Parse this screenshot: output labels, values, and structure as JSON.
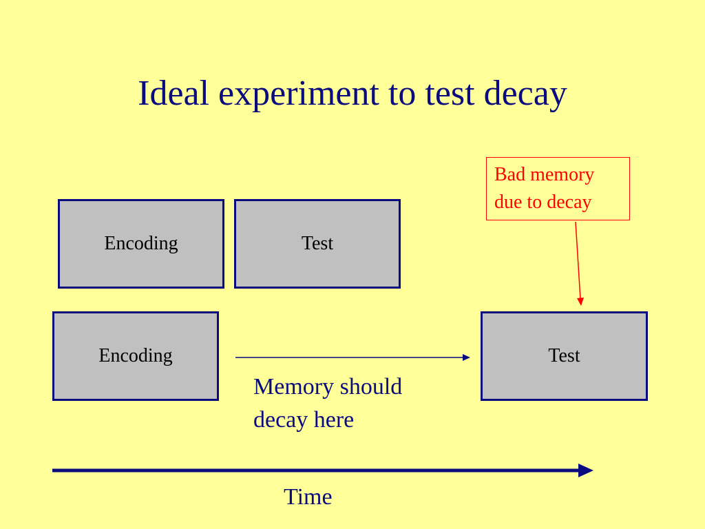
{
  "slide": {
    "title": "Ideal experiment to test decay"
  },
  "row1": {
    "encoding_label": "Encoding",
    "test_label": "Test"
  },
  "row2": {
    "encoding_label": "Encoding",
    "test_label": "Test"
  },
  "callout": {
    "line1": "Bad memory",
    "line2": "due to decay"
  },
  "decay_note": {
    "line1": "Memory should",
    "line2": "decay here"
  },
  "timeline": {
    "label": "Time"
  },
  "colors": {
    "background": "#FFFF99",
    "text_navy": "#0B0B80",
    "box_fill": "#C0C0C0",
    "callout_red": "#FF0000"
  }
}
